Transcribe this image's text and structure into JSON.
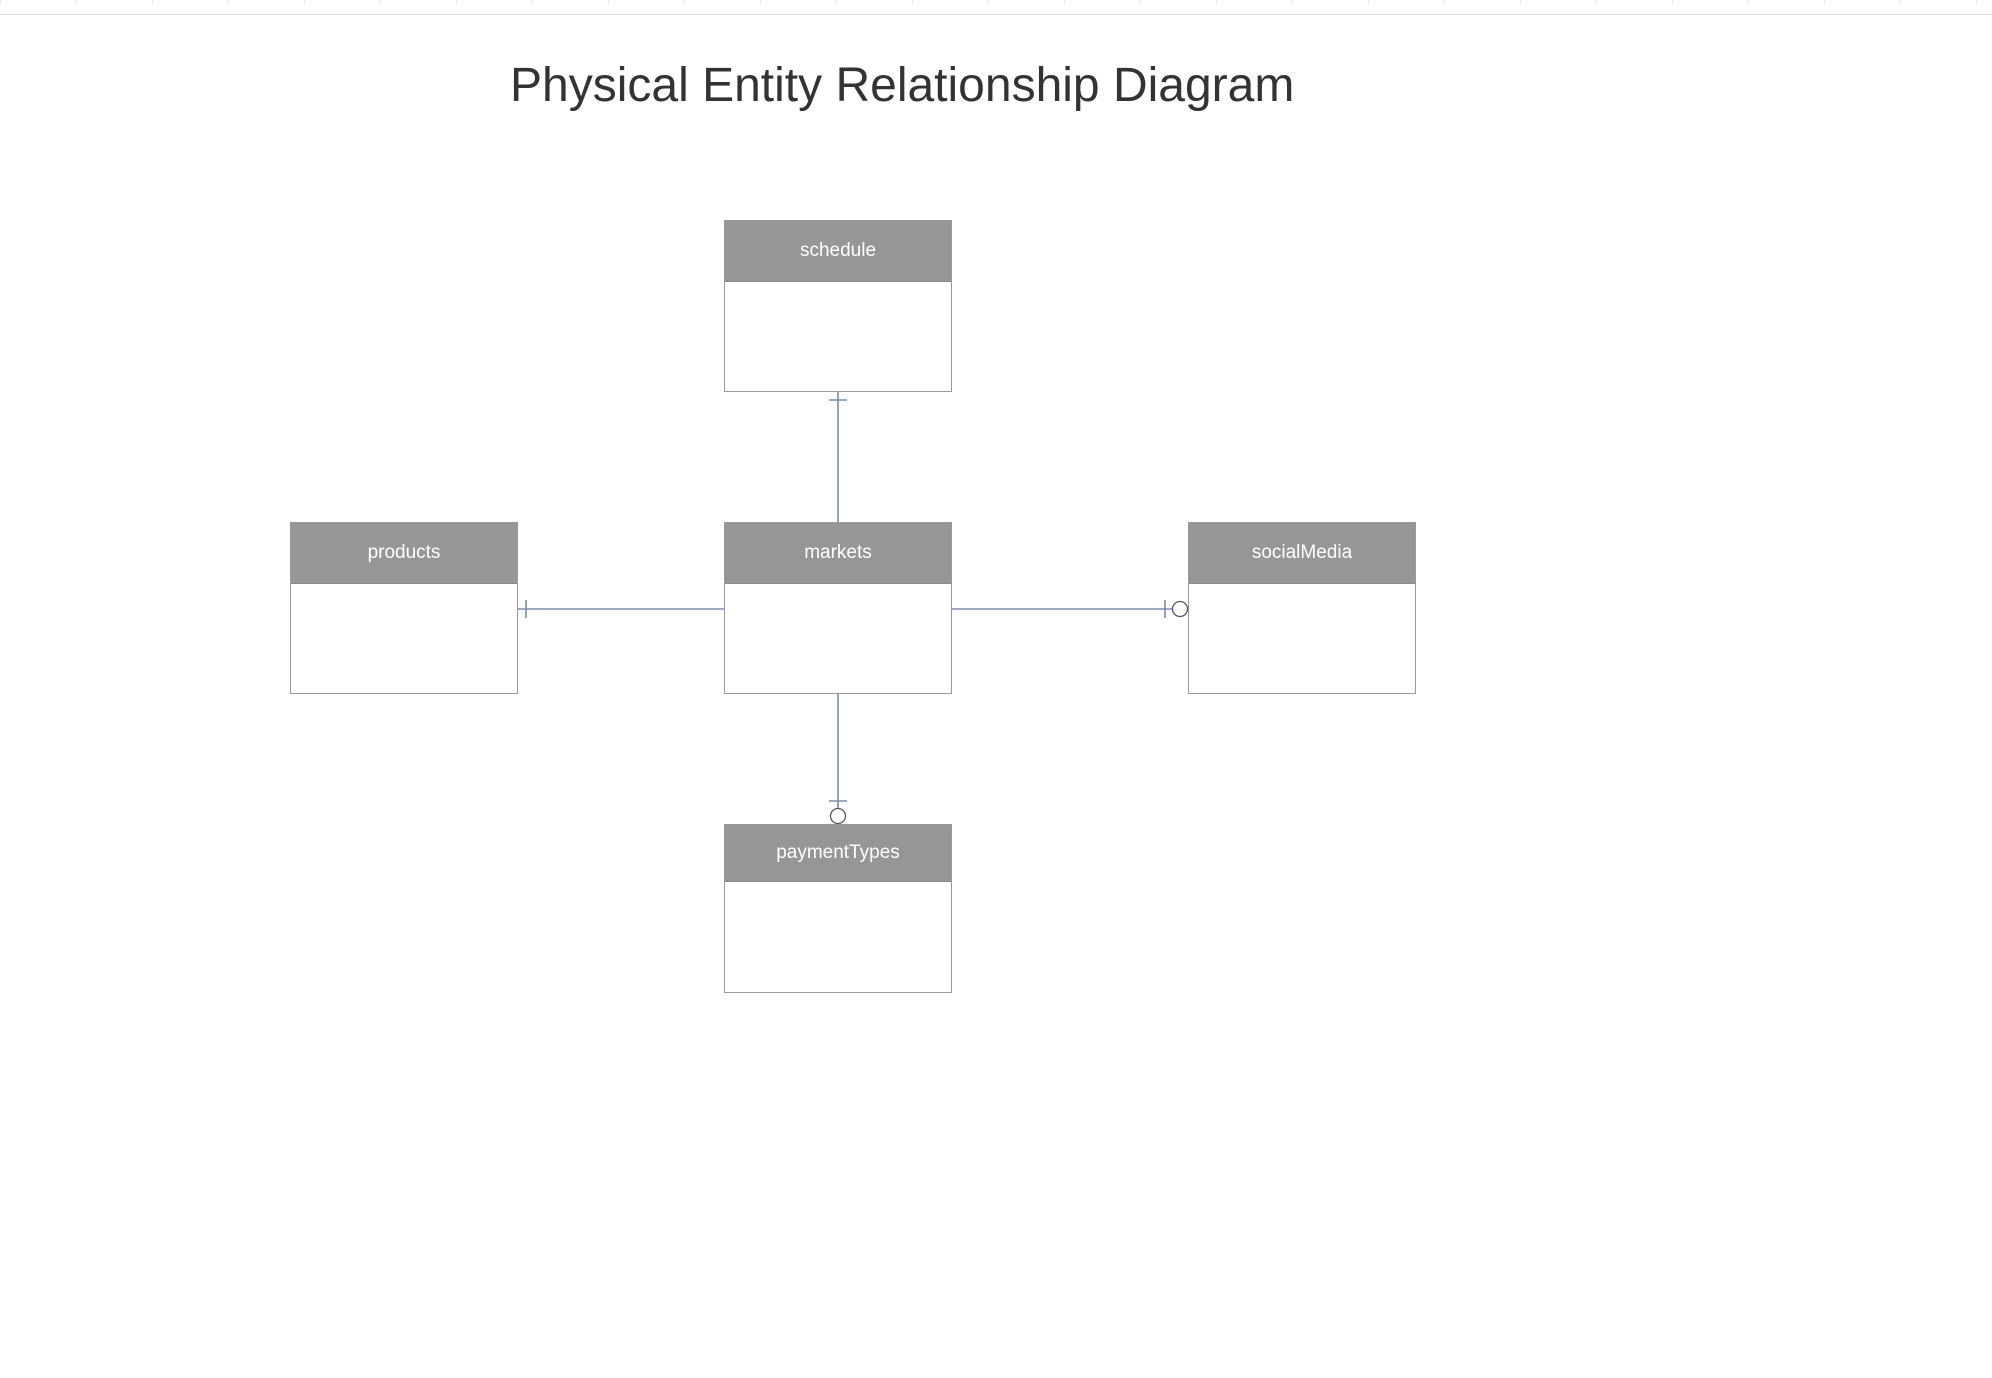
{
  "diagram": {
    "title": "Physical Entity Relationship Diagram",
    "entities": {
      "schedule": {
        "name": "schedule"
      },
      "products": {
        "name": "products"
      },
      "markets": {
        "name": "markets"
      },
      "socialMedia": {
        "name": "socialMedia"
      },
      "paymentTypes": {
        "name": "paymentTypes"
      }
    },
    "relationships": [
      {
        "from": "markets",
        "to": "schedule",
        "end_notation": "one"
      },
      {
        "from": "markets",
        "to": "products",
        "end_notation": "one"
      },
      {
        "from": "markets",
        "to": "socialMedia",
        "end_notation": "zero-or-one"
      },
      {
        "from": "markets",
        "to": "paymentTypes",
        "end_notation": "zero-or-one"
      }
    ],
    "colors": {
      "header_fill": "#969696",
      "header_text": "#ffffff",
      "border": "#9a9a9a",
      "connector": "#7a8ea6",
      "title_text": "#333333"
    }
  }
}
